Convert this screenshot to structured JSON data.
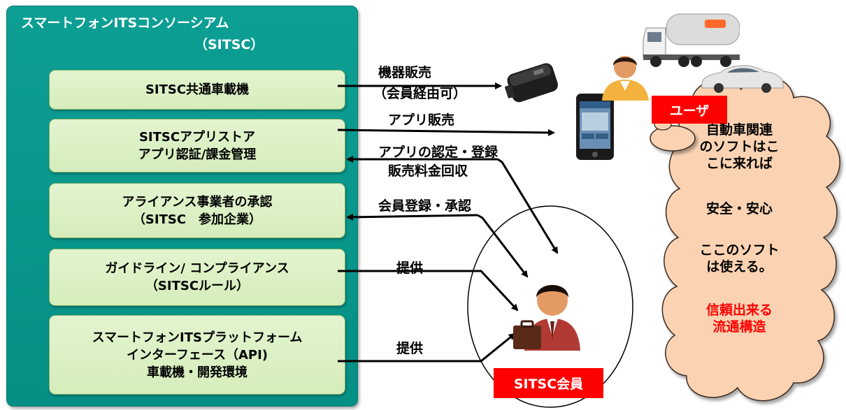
{
  "consortium": {
    "title": "スマートフォンITSコンソーシアム",
    "subtitle": "（SITSC）"
  },
  "boxes": [
    {
      "lines": [
        "SITSC共通車載機"
      ]
    },
    {
      "lines": [
        "SITSCアプリストア",
        "アプリ認証/課金管理"
      ]
    },
    {
      "lines": [
        "アライアンス事業者の承認",
        "（SITSC　参加企業）"
      ]
    },
    {
      "lines": [
        "ガイドライン/ コンプライアンス",
        "（SITSCルール）"
      ]
    },
    {
      "lines": [
        "スマートフォンITSプラットフォーム",
        "インターフェース（API)",
        "車載機・開発環境"
      ]
    }
  ],
  "arrows": {
    "device_sales": [
      "機器販売",
      "（会員経由可）"
    ],
    "app_sales": "アプリ販売",
    "app_cert": [
      "アプリの認定・登録",
      "販売料金回収"
    ],
    "member_reg": "会員登録・承認",
    "provide_1": "提供",
    "provide_2": "提供"
  },
  "member_tag": "SITSC会員",
  "user_tag": "ユーザ",
  "cloud": {
    "line1": [
      "自動車関連",
      "のソフトはこ",
      "こに来れば"
    ],
    "line2": "安全・安心",
    "line3": [
      "ここのソフト",
      "は使える。"
    ],
    "line4": [
      "信頼出来る",
      "流通構造"
    ]
  },
  "colors": {
    "panel": "#07968c",
    "box": "#d8eec2",
    "cloud": "#fbd3b3",
    "tag": "#ff0000",
    "highlight_text": "#ff0000"
  },
  "icons": [
    "obd-device-icon",
    "smartphone-icon",
    "user-person-icon",
    "member-businessman-icon",
    "tanker-truck-icon",
    "sedan-car-icon"
  ]
}
